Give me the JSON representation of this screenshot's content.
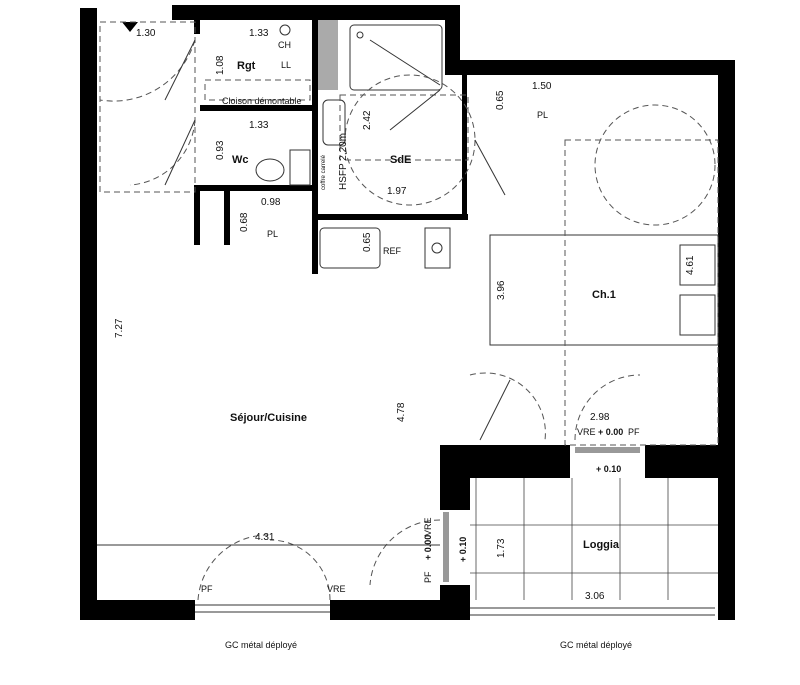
{
  "rooms": {
    "rgt": "Rgt",
    "ll": "LL",
    "ch": "CH",
    "cloison": "Cloison démontable",
    "wc": "Wc",
    "sde": "SdE",
    "ch1": "Ch.1",
    "sejour": "Séjour/Cuisine",
    "loggia": "Loggia",
    "ref": "REF",
    "pl1": "PL",
    "pl2": "PL",
    "hsfp": "HSFP 2.20m",
    "coffre": "coffre carrelé"
  },
  "dims": {
    "d130": "1.30",
    "d133a": "1.33",
    "d108": "1.08",
    "d133b": "1.33",
    "d093": "0.93",
    "d098": "0.98",
    "d068": "0.68",
    "d242": "2.42",
    "d197": "1.97",
    "d150": "1.50",
    "d065a": "0.65",
    "d065b": "0.65",
    "d396": "3.96",
    "d461": "4.61",
    "d727": "7.27",
    "d478": "4.78",
    "d298": "2.98",
    "d431": "4.31",
    "d173": "1.73",
    "d306": "3.06"
  },
  "marks": {
    "vre1": "VRE",
    "lvl000a": "+ 0.00",
    "pf1": "PF",
    "lvl010a": "+ 0.10",
    "pf2": "PF",
    "vre2": "VRE",
    "lvl010b": "+ 0.10",
    "vre3": "VRE",
    "lvl000b": "+ 0.00",
    "pf3": "PF",
    "gc1": "GC métal déployé",
    "gc2": "GC métal déployé"
  }
}
